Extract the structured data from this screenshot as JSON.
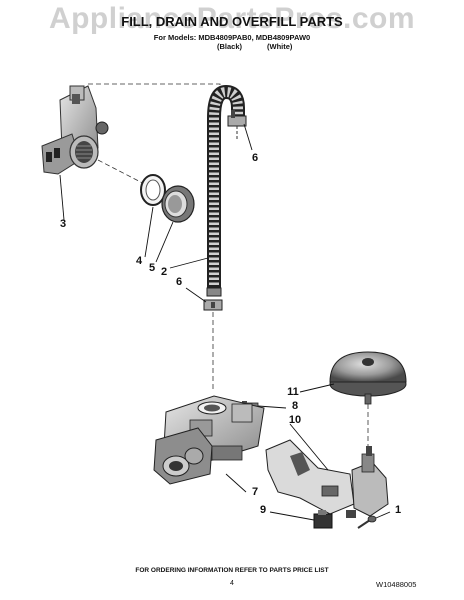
{
  "page": {
    "watermark": "AppliancePartsPros.com",
    "title": "FILL, DRAIN AND OVERFILL PARTS",
    "models_line": "For Models: MDB4809PAB0, MDB4809PAW0",
    "color_black": "(Black)",
    "color_white": "(White)",
    "footer": "FOR ORDERING INFORMATION REFER TO PARTS PRICE LIST",
    "page_number": "4",
    "doc_number": "W10488005"
  },
  "callouts": {
    "c1": "1",
    "c2": "2",
    "c3": "3",
    "c4": "4",
    "c5": "5",
    "c6a": "6",
    "c6b": "6",
    "c7": "7",
    "c8": "8",
    "c9": "9",
    "c10": "10",
    "c11": "11"
  }
}
